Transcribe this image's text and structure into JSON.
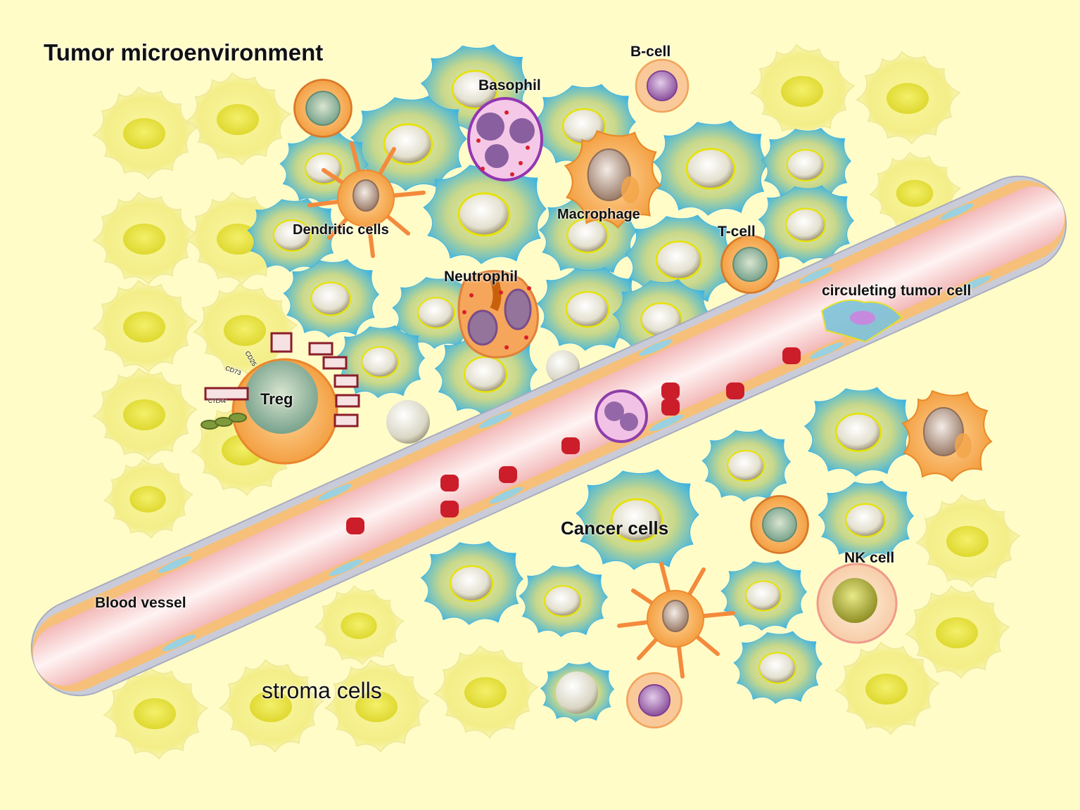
{
  "title": "Tumor microenvironment",
  "labels": {
    "basophil": "Basophil",
    "b_cell": "B-cell",
    "dendritic_cells": "Dendritic cells",
    "macrophage": "Macrophage",
    "t_cell": "T-cell",
    "neutrophil": "Neutrophil",
    "circulating_tumor_cell": "circuleting tumor cell",
    "treg": "Treg",
    "cancer_cells": "Cancer cells",
    "nk_cell": "NK cell",
    "blood_vessel": "Blood vessel",
    "stroma_cells": "stroma cells"
  },
  "marker_labels": {
    "cd25": "CD25",
    "cd73": "CD73",
    "ctla4": "CTLA4"
  },
  "colors": {
    "background": "#fffcc8",
    "stroma": "#f2ee8a",
    "cancer": "#43b6e8",
    "vessel": "#f6c6c6",
    "rbc": "#cc1d2a"
  }
}
